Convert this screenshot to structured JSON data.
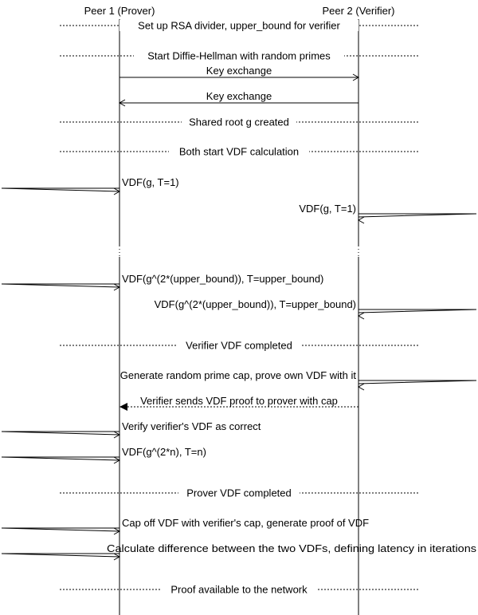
{
  "participants": [
    {
      "id": "prover",
      "label": "Peer 1 (Prover)"
    },
    {
      "id": "verifier",
      "label": "Peer 2 (Verifier)"
    }
  ],
  "steps": [
    {
      "kind": "note",
      "label": "Set up RSA divider, upper_bound for verifier"
    },
    {
      "kind": "note",
      "label": "Start Diffie-Hellman with random primes"
    },
    {
      "kind": "message",
      "from": "prover",
      "to": "verifier",
      "label": "Key exchange"
    },
    {
      "kind": "message",
      "from": "verifier",
      "to": "prover",
      "label": "Key exchange"
    },
    {
      "kind": "note",
      "label": "Shared root g created"
    },
    {
      "kind": "note",
      "label": "Both start VDF calculation"
    },
    {
      "kind": "self",
      "participant": "prover",
      "label": "VDF(g, T=1)"
    },
    {
      "kind": "self",
      "participant": "verifier",
      "label": "VDF(g, T=1)"
    },
    {
      "kind": "gap"
    },
    {
      "kind": "self",
      "participant": "prover",
      "label": "VDF(g^(2*(upper_bound)), T=upper_bound)"
    },
    {
      "kind": "self",
      "participant": "verifier",
      "label": "VDF(g^(2*(upper_bound)), T=upper_bound)"
    },
    {
      "kind": "note",
      "label": "Verifier VDF completed"
    },
    {
      "kind": "self",
      "participant": "verifier",
      "label": "Generate random prime cap, prove own VDF with it"
    },
    {
      "kind": "dashed",
      "from": "verifier",
      "to": "prover",
      "label": "Verifier sends VDF proof to prover with cap"
    },
    {
      "kind": "self",
      "participant": "prover",
      "label": "Verify verifier's VDF as correct"
    },
    {
      "kind": "self",
      "participant": "prover",
      "label": "VDF(g^(2*n), T=n)"
    },
    {
      "kind": "note",
      "label": "Prover VDF completed"
    },
    {
      "kind": "self",
      "participant": "prover",
      "label": "Cap off VDF with verifier's cap, generate proof of VDF"
    },
    {
      "kind": "self",
      "participant": "prover",
      "label": "Calculate difference between the two VDFs, defining latency in iterations"
    },
    {
      "kind": "note",
      "label": "Proof available to the network"
    }
  ]
}
